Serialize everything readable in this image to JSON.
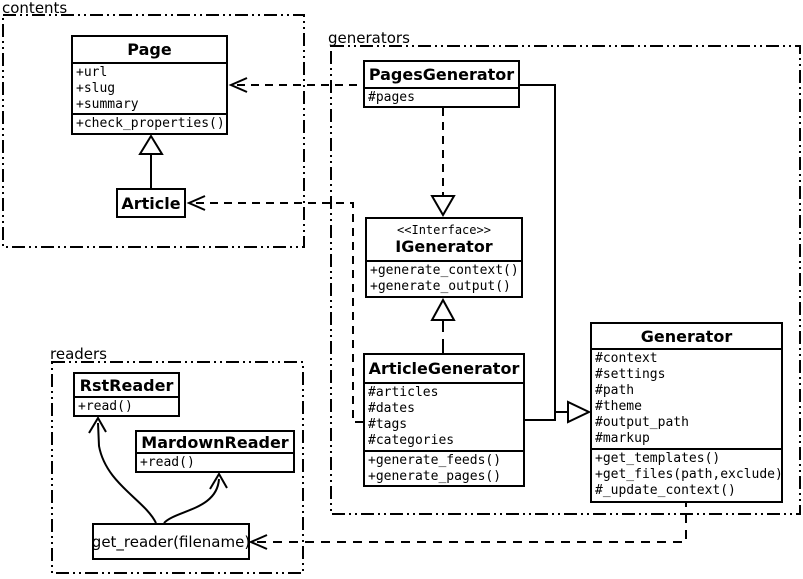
{
  "diagram": {
    "kind": "uml-class-diagram",
    "colors": {
      "stroke": "#000000",
      "background": "#ffffff"
    }
  },
  "packages": {
    "contents": {
      "label": "contents"
    },
    "generators": {
      "label": "generators"
    },
    "readers": {
      "label": "readers"
    }
  },
  "classes": {
    "page": {
      "name": "Page",
      "attributes": [
        "+url",
        "+slug",
        "+summary"
      ],
      "methods": [
        "+check_properties()"
      ]
    },
    "article": {
      "name": "Article"
    },
    "pages_generator": {
      "name": "PagesGenerator",
      "attributes": [
        "#pages"
      ]
    },
    "igenerator": {
      "stereotype": "<<Interface>>",
      "name": "IGenerator",
      "methods": [
        "+generate_context()",
        "+generate_output()"
      ]
    },
    "article_generator": {
      "name": "ArticleGenerator",
      "attributes": [
        "#articles",
        "#dates",
        "#tags",
        "#categories"
      ],
      "methods": [
        "+generate_feeds()",
        "+generate_pages()"
      ]
    },
    "generator": {
      "name": "Generator",
      "attributes": [
        "#context",
        "#settings",
        "#path",
        "#theme",
        "#output_path",
        "#markup"
      ],
      "methods": [
        "+get_templates()",
        "+get_files(path,exclude)",
        "#_update_context()"
      ]
    },
    "rst_reader": {
      "name": "RstReader",
      "methods": [
        "+read()"
      ]
    },
    "mardown_reader": {
      "name": "MardownReader",
      "methods": [
        "+read()"
      ]
    },
    "get_reader": {
      "name": "get_reader(filename)"
    }
  },
  "relationships": [
    {
      "from": "Article",
      "to": "Page",
      "type": "inheritance",
      "line": "solid"
    },
    {
      "from": "PagesGenerator",
      "to": "Page",
      "type": "dependency",
      "line": "dashed"
    },
    {
      "from": "ArticleGenerator",
      "to": "Article",
      "type": "dependency",
      "line": "dashed"
    },
    {
      "from": "PagesGenerator",
      "to": "IGenerator",
      "type": "realization",
      "line": "dashed"
    },
    {
      "from": "ArticleGenerator",
      "to": "IGenerator",
      "type": "realization",
      "line": "dashed"
    },
    {
      "from": "PagesGenerator",
      "to": "Generator",
      "type": "inheritance",
      "line": "solid"
    },
    {
      "from": "ArticleGenerator",
      "to": "Generator",
      "type": "inheritance",
      "line": "solid"
    },
    {
      "from": "Generator",
      "to": "get_reader(filename)",
      "type": "dependency",
      "line": "dashed"
    },
    {
      "from": "get_reader(filename)",
      "to": "RstReader",
      "type": "call-arrow",
      "line": "curved"
    },
    {
      "from": "get_reader(filename)",
      "to": "MardownReader",
      "type": "call-arrow",
      "line": "curved"
    }
  ]
}
